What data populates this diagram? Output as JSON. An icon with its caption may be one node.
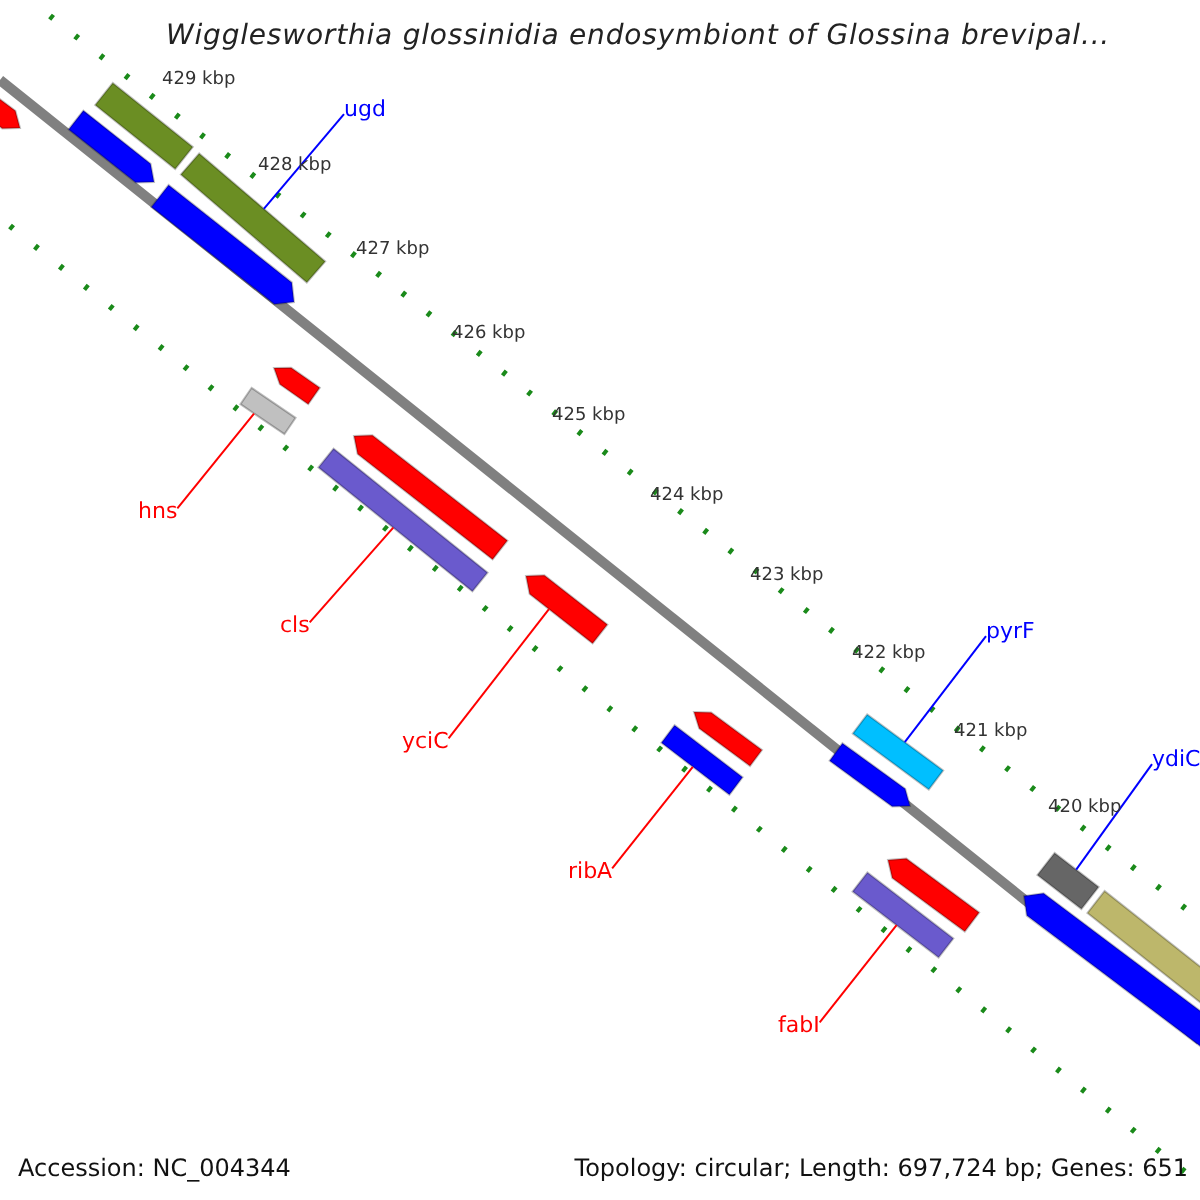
{
  "diagram": {
    "title": "Wigglesworthia glossinidia endosymbiont of Glossina brevipal...",
    "nodes": [
      {
        "text": [
          "ugd"
        ]
      },
      {
        "text": [
          "hns"
        ]
      },
      {
        "text": [
          "cls"
        ]
      },
      {
        "text": [
          "yciC"
        ]
      },
      {
        "text": [
          "pyrF"
        ]
      },
      {
        "text": [
          "ydiC"
        ]
      },
      {
        "text": [
          "ribA"
        ]
      },
      {
        "text": [
          "fabI"
        ]
      },
      {
        "text": [],
        "shape": "arrow"
      },
      {
        "text": [],
        "shape": "arrow"
      },
      {
        "text": [],
        "shape": "bar"
      },
      {
        "text": [],
        "shape": "arrow"
      },
      {
        "text": [],
        "shape": "bar"
      },
      {
        "text": [],
        "shape": "bar"
      },
      {
        "text": [],
        "shape": "arrow"
      },
      {
        "text": [],
        "shape": "bar"
      },
      {
        "text": [],
        "shape": "arrow"
      },
      {
        "text": [],
        "shape": "arrow"
      },
      {
        "text": [],
        "shape": "bar"
      },
      {
        "text": [],
        "shape": "arrow"
      },
      {
        "text": [],
        "shape": "arrow"
      },
      {
        "text": [],
        "shape": "bar"
      },
      {
        "text": [],
        "shape": "bar"
      },
      {
        "text": [],
        "shape": "arrow"
      },
      {
        "text": [],
        "shape": "arrow"
      },
      {
        "text": [],
        "shape": "bar"
      },
      {
        "text": [],
        "shape": "bar"
      }
    ],
    "edges": [
      {
        "from": 0,
        "to": 12,
        "arrow": "none",
        "color": "#0000ff"
      },
      {
        "from": 1,
        "to": 13,
        "arrow": "none"
      },
      {
        "from": 2,
        "to": 15,
        "arrow": "none"
      },
      {
        "from": 3,
        "to": 17,
        "arrow": "none"
      },
      {
        "from": 6,
        "to": 18,
        "arrow": "none"
      },
      {
        "from": 4,
        "to": 21,
        "arrow": "none",
        "color": "#0000ff"
      },
      {
        "from": 7,
        "to": 22,
        "arrow": "none"
      },
      {
        "from": 5,
        "to": 25,
        "arrow": "none",
        "color": "#0000ff"
      }
    ],
    "labels": [
      "429 kbp",
      "428 kbp",
      "427 kbp",
      "426 kbp",
      "425 kbp",
      "424 kbp",
      "423 kbp",
      "422 kbp",
      "421 kbp",
      "420 kbp",
      "Accession: NC_004344",
      "Topology: circular; Length: 697,724 bp; Genes: 651"
    ]
  }
}
